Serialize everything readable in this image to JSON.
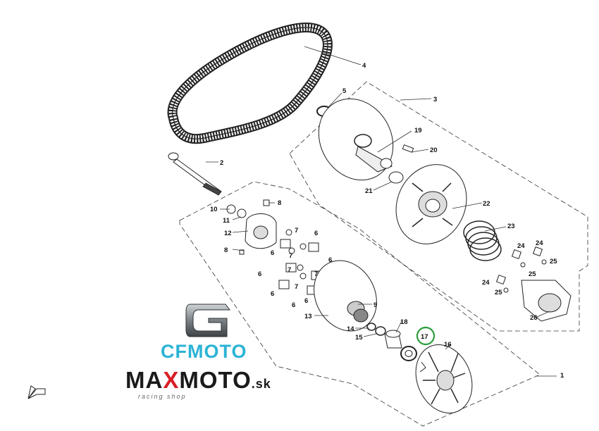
{
  "callouts": [
    {
      "id": "1",
      "text": "1"
    },
    {
      "id": "2",
      "text": "2"
    },
    {
      "id": "3",
      "text": "3"
    },
    {
      "id": "4",
      "text": "4"
    },
    {
      "id": "5",
      "text": "5"
    },
    {
      "id": "6",
      "text": "6"
    },
    {
      "id": "7",
      "text": "7"
    },
    {
      "id": "8",
      "text": "8"
    },
    {
      "id": "9",
      "text": "9"
    },
    {
      "id": "10",
      "text": "10"
    },
    {
      "id": "11",
      "text": "11"
    },
    {
      "id": "12",
      "text": "12"
    },
    {
      "id": "13",
      "text": "13"
    },
    {
      "id": "14",
      "text": "14"
    },
    {
      "id": "15",
      "text": "15"
    },
    {
      "id": "16",
      "text": "16"
    },
    {
      "id": "17",
      "text": "17"
    },
    {
      "id": "18",
      "text": "18"
    },
    {
      "id": "19",
      "text": "19"
    },
    {
      "id": "20",
      "text": "20"
    },
    {
      "id": "21",
      "text": "21"
    },
    {
      "id": "22",
      "text": "22"
    },
    {
      "id": "23",
      "text": "23"
    },
    {
      "id": "24",
      "text": "24"
    },
    {
      "id": "25",
      "text": "25"
    },
    {
      "id": "26",
      "text": "26"
    }
  ],
  "highlight": {
    "part": "17",
    "color": "#2a9d3a"
  },
  "branding": {
    "cfmoto": "CFMOTO",
    "cfmoto_color": "#2bb3d6",
    "max_prefix": "MA",
    "max_x": "X",
    "max_suffix": "MOTO",
    "max_tld": ".sk",
    "accent_color": "#d81f26",
    "tagline": "racing shop",
    "emblem_icon": "cfmoto-emblem-icon",
    "corner_icon": "direction-arrow-icon"
  }
}
